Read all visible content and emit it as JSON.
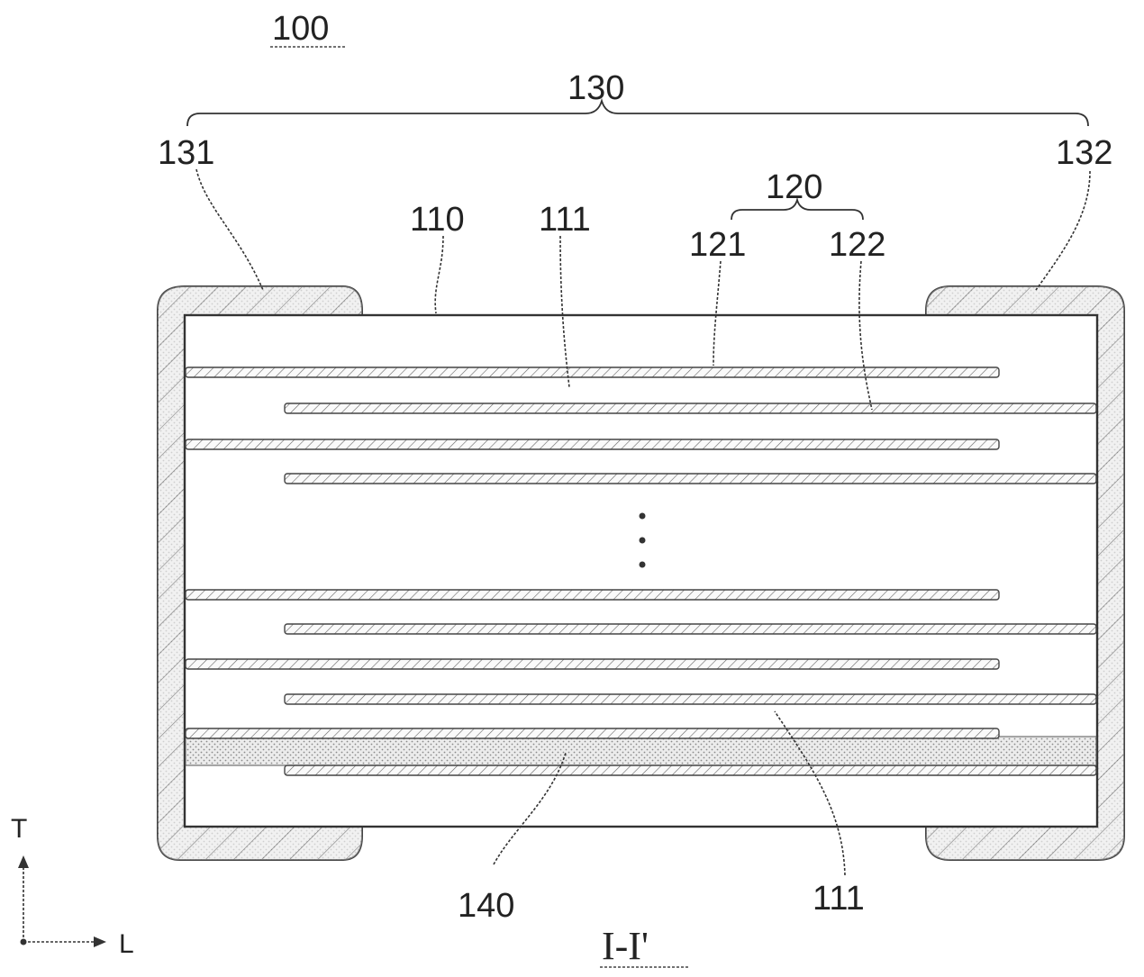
{
  "figure": {
    "ref_main": "100",
    "section_label": "I-I'",
    "labels": {
      "external_electrodes": "130",
      "first_external_electrode": "131",
      "second_external_electrode": "132",
      "body": "110",
      "dielectric_layer_top": "111",
      "internal_electrodes": "120",
      "first_internal_electrode": "121",
      "second_internal_electrode": "122",
      "buffer_layer": "140",
      "dielectric_layer_bottom": "111"
    },
    "axes": {
      "vertical": "T",
      "horizontal": "L"
    },
    "colors": {
      "line": "#333333",
      "hatch": "#555555",
      "stipple": "#9a9a9a",
      "body_fill": "#ffffff"
    }
  }
}
